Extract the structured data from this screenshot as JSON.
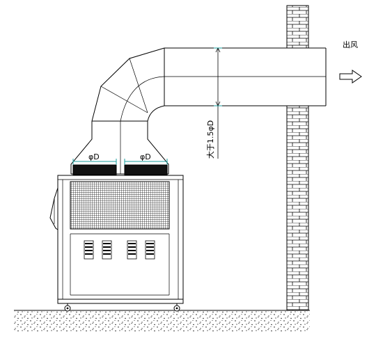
{
  "labels": {
    "outlet": "出风",
    "size_rule": "大于1.5φD",
    "dia_left": "φD",
    "dia_right": "φD"
  },
  "colors": {
    "line": "#000000",
    "dim": "#1a9c9c",
    "background": "#ffffff"
  }
}
